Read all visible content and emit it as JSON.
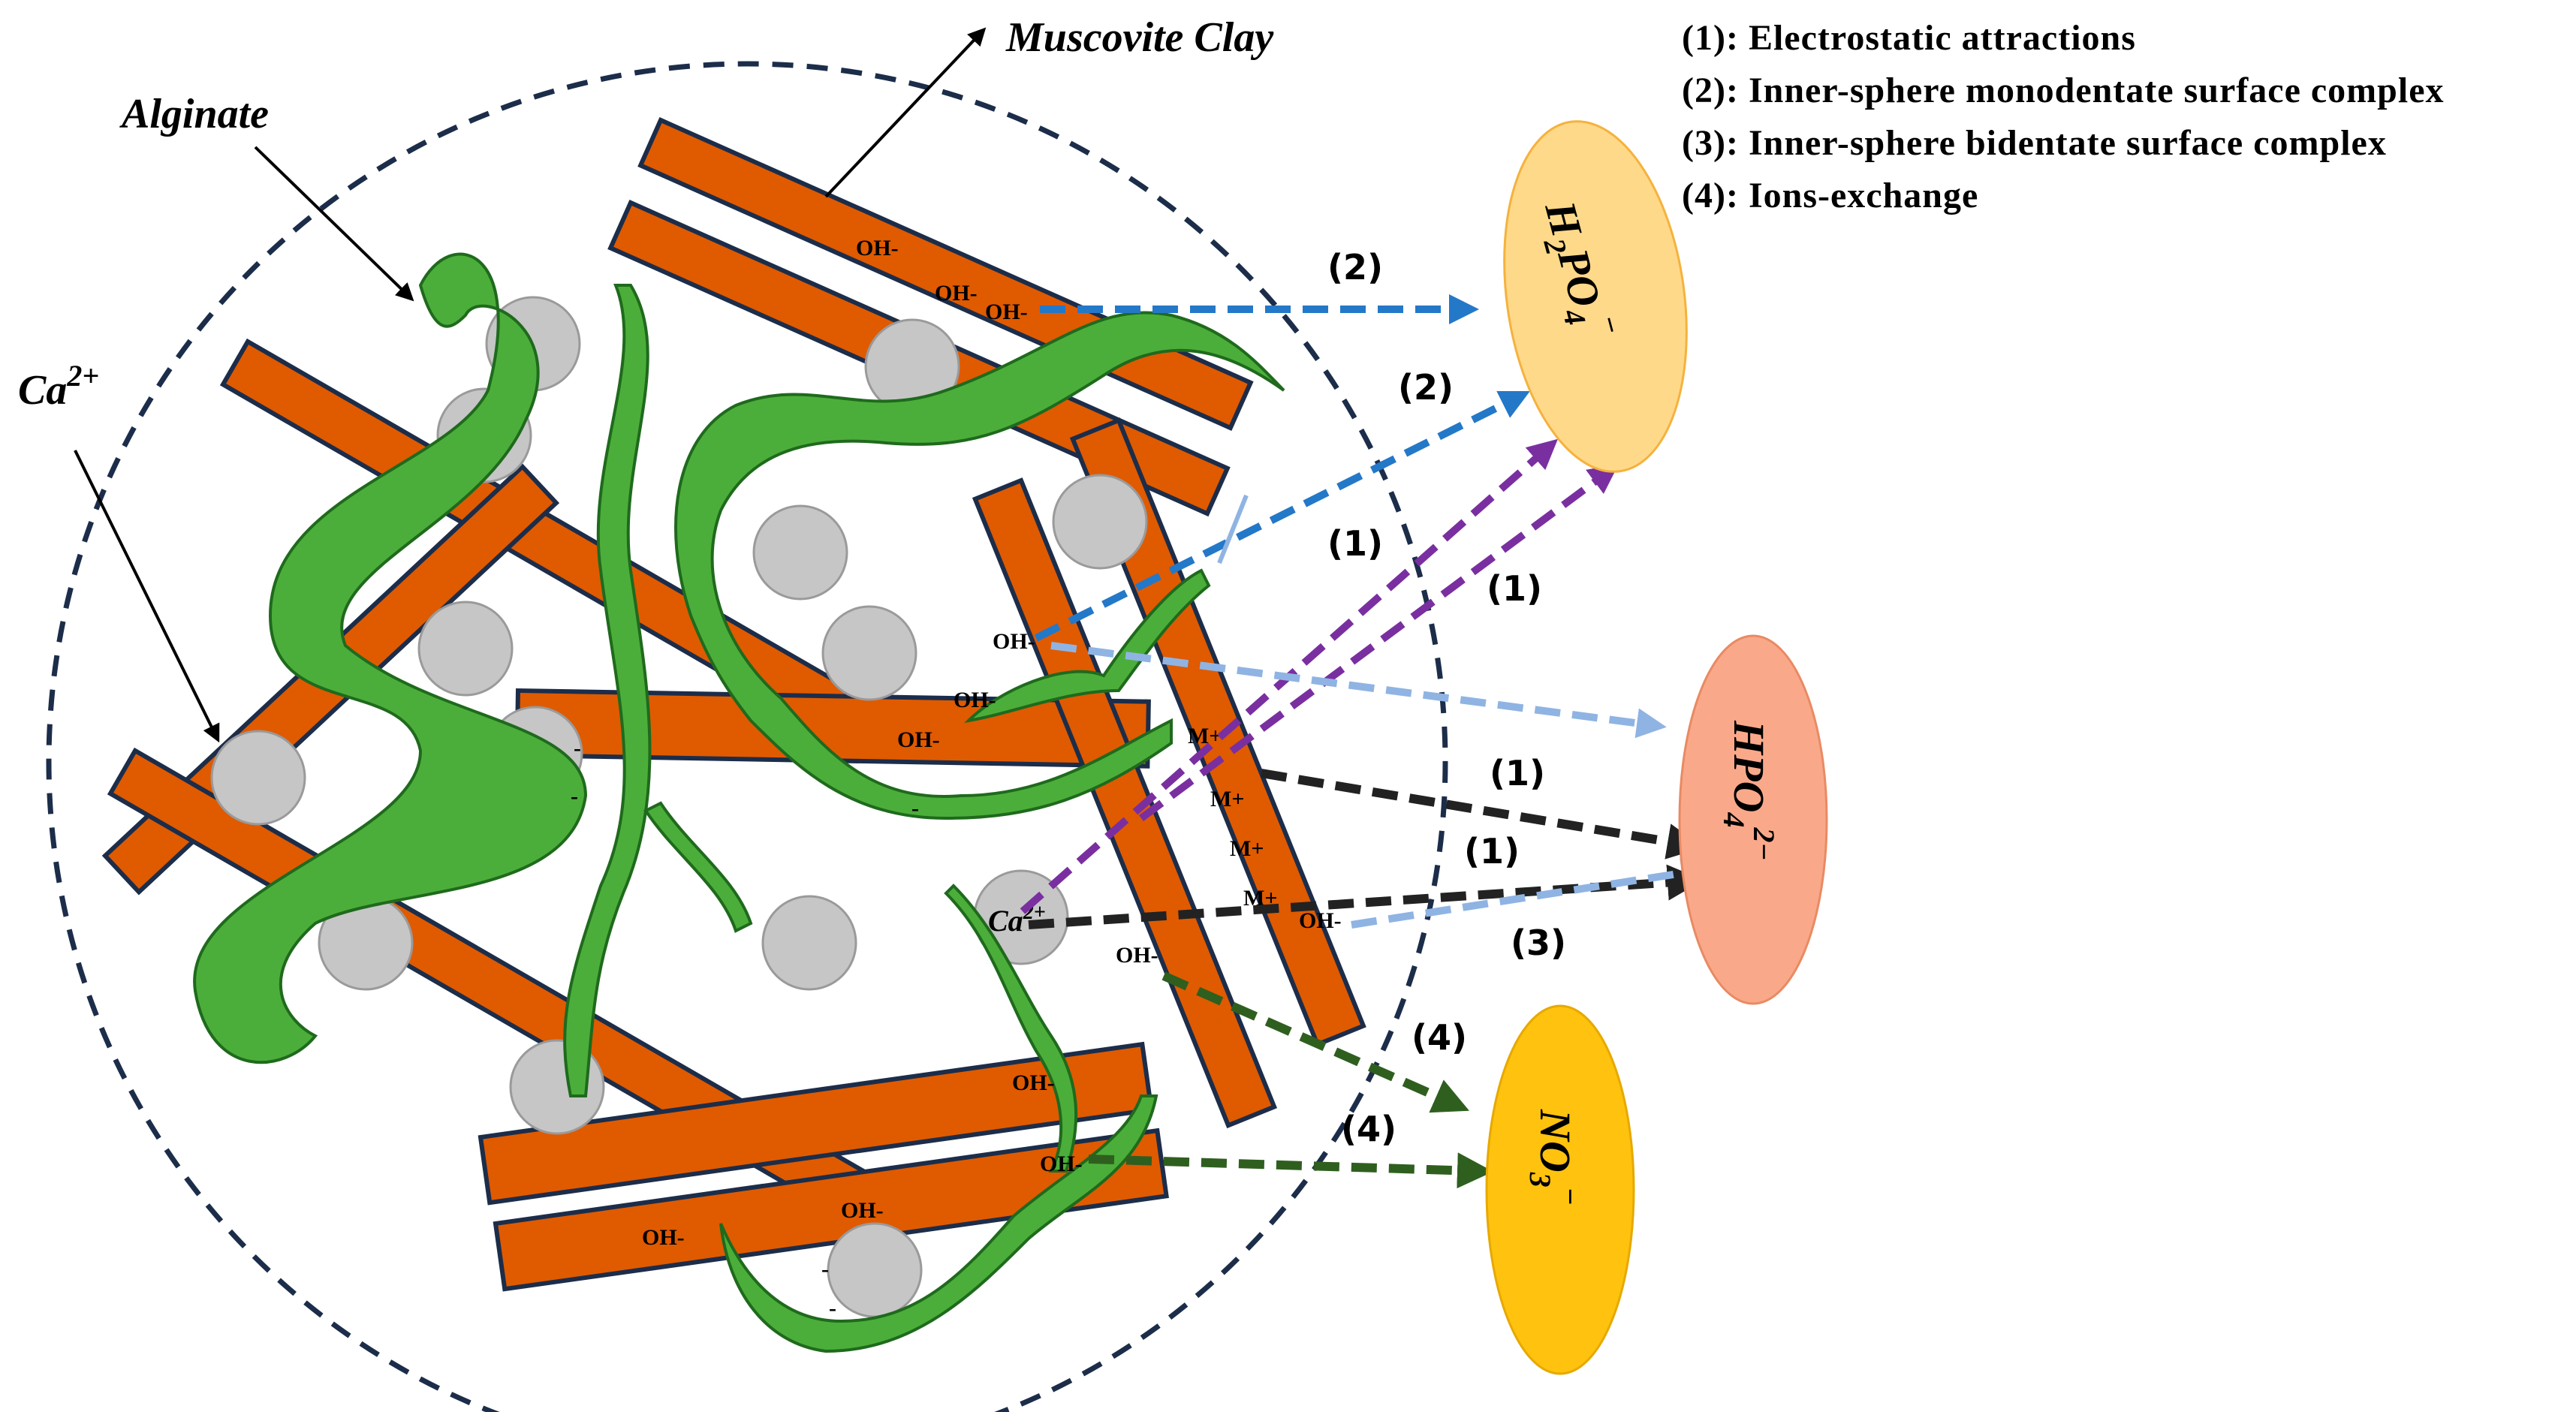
{
  "legend": [
    {
      "label": "(1): Electrostatic attractions"
    },
    {
      "label": "(2): Inner-sphere  monodentate surface complex"
    },
    {
      "label": "(3): Inner-sphere  bidentate surface complex"
    },
    {
      "label": "(4): Ions-exchange"
    }
  ],
  "labels": {
    "muscovite": "Muscovite Clay",
    "alginate": "Alginate",
    "calcium": "Ca",
    "calcium_charge": "2+",
    "calcium_inner": "Ca",
    "calcium_inner_charge": "2+"
  },
  "surface_groups": {
    "oh": "OH-",
    "m": "M+",
    "minus": "-"
  },
  "mechanism_numbers": {
    "one": "(1)",
    "two": "(2)",
    "three": "(3)",
    "four": "(4)"
  },
  "ions": {
    "h2po4": {
      "main": "H",
      "sub1": "2",
      "mid": "PO",
      "sub2": "4",
      "charge": "−"
    },
    "hpo4": {
      "main": "HPO",
      "sub": "4",
      "charge": "2−"
    },
    "no3": {
      "main": "NO",
      "sub": "3",
      "charge": "−"
    }
  },
  "colors": {
    "plate": "#e05a00",
    "alginate": "#4cae3a",
    "ca_ball": "#c6c6c6",
    "h2po4": "#ffd98a",
    "hpo4": "#f9a98a",
    "no3": "#ffc20e",
    "arrow_mono": "#2478c8",
    "arrow_electro": "#7a2fa0",
    "arrow_bident": "#8fb4e3",
    "arrow_black": "#222222",
    "arrow_exchange": "#2f5f1f",
    "circle_outline": "#1c2d4a"
  }
}
